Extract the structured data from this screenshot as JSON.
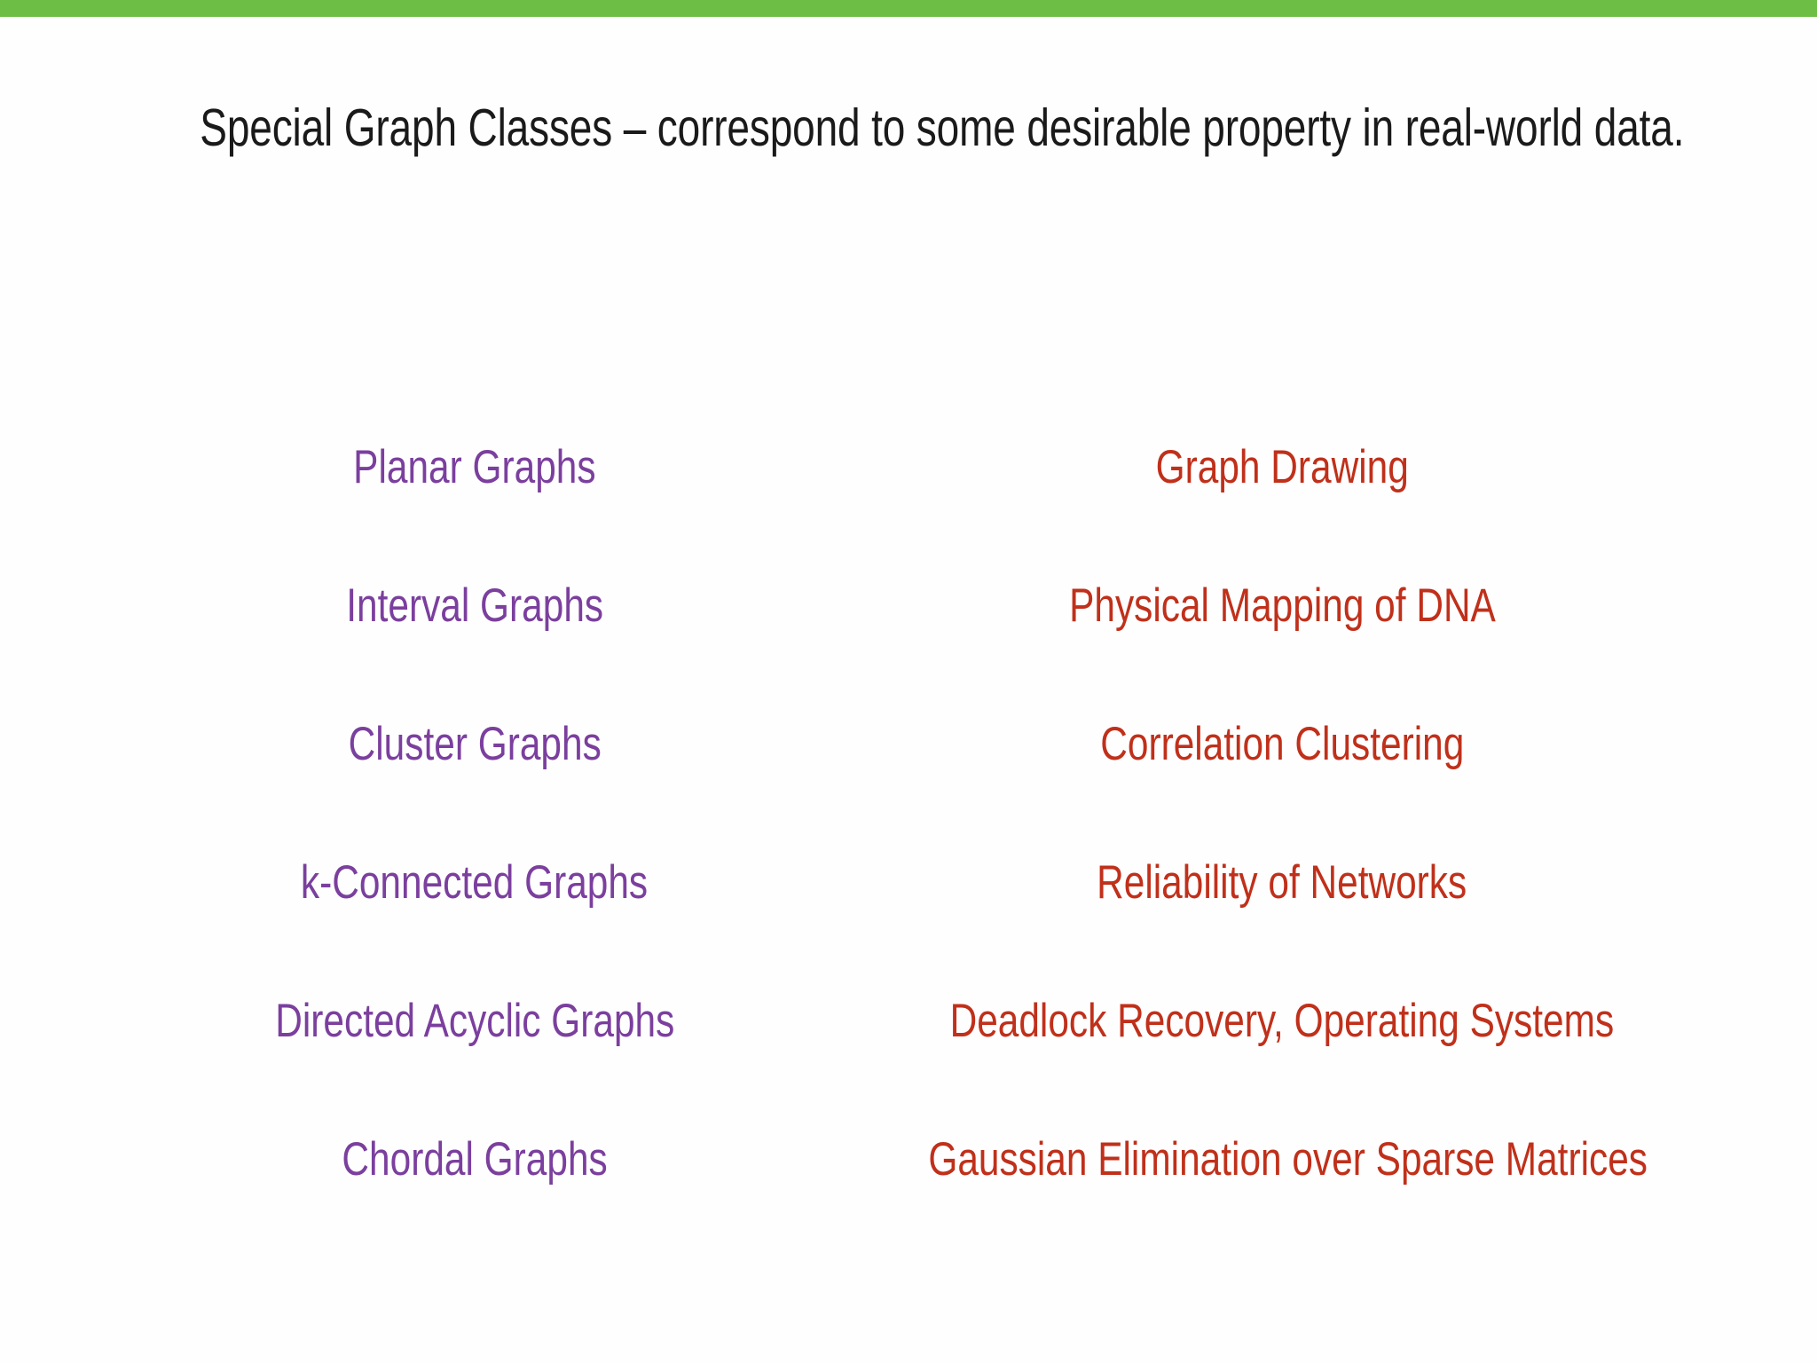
{
  "slide": {
    "accent_color": "#6CBE45",
    "background_color": "#FEFEFE",
    "title": "Special Graph Classes – correspond to some desirable property in real-world data.",
    "graph_class_color": "#7B3F9E",
    "application_color": "#C0301A"
  },
  "mapping": {
    "rows": [
      {
        "graph_class": "Planar Graphs",
        "application": "Graph Drawing"
      },
      {
        "graph_class": "Interval Graphs",
        "application": "Physical Mapping of DNA"
      },
      {
        "graph_class": "Cluster Graphs",
        "application": "Correlation Clustering"
      },
      {
        "graph_class": "k-Connected Graphs",
        "application": "Reliability of Networks"
      },
      {
        "graph_class": "Directed Acyclic Graphs",
        "application": "Deadlock  Recovery, Operating Systems"
      },
      {
        "graph_class": "Chordal Graphs",
        "application": "Gaussian Elimination over Sparse Matrices"
      }
    ]
  }
}
